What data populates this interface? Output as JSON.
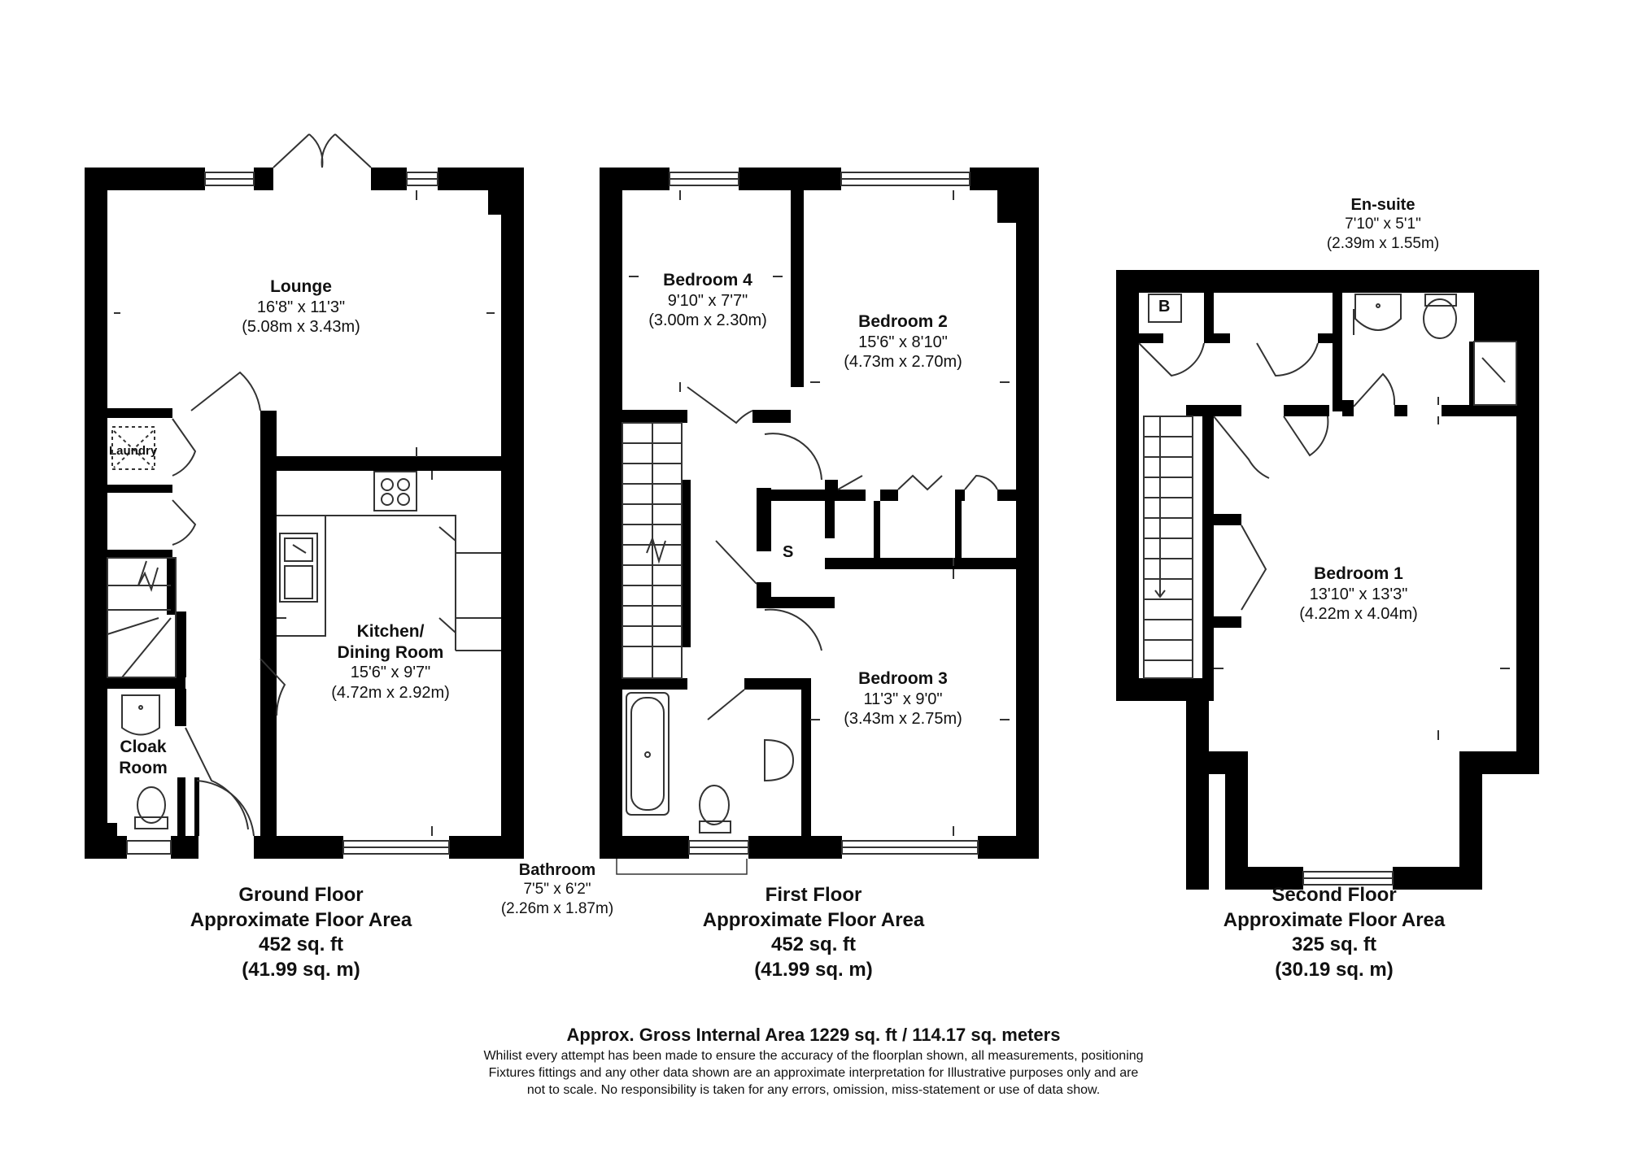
{
  "rooms": {
    "lounge": {
      "name": "Lounge",
      "imperial": "16'8\" x 11'3\"",
      "metric": "(5.08m x 3.43m)"
    },
    "laundry": {
      "name": "Laundry"
    },
    "kitchen": {
      "name_line1": "Kitchen/",
      "name_line2": "Dining Room",
      "imperial": "15'6\" x 9'7\"",
      "metric": "(4.72m x 2.92m)"
    },
    "cloak": {
      "name_line1": "Cloak",
      "name_line2": "Room"
    },
    "bedroom4": {
      "name": "Bedroom 4",
      "imperial": "9'10\" x 7'7\"",
      "metric": "(3.00m x 2.30m)"
    },
    "bedroom2": {
      "name": "Bedroom 2",
      "imperial": "15'6\" x 8'10\"",
      "metric": "(4.73m x 2.70m)"
    },
    "bedroom3": {
      "name": "Bedroom 3",
      "imperial": "11'3\" x 9'0\"",
      "metric": "(3.43m x 2.75m)"
    },
    "store": {
      "name": "S"
    },
    "bathroom": {
      "name": "Bathroom",
      "imperial": "7'5\" x 6'2\"",
      "metric": "(2.26m x 1.87m)"
    },
    "ensuite": {
      "name": "En-suite",
      "imperial": "7'10\" x 5'1\"",
      "metric": "(2.39m x 1.55m)"
    },
    "boiler": {
      "name": "B"
    },
    "bedroom1": {
      "name": "Bedroom 1",
      "imperial": "13'10\" x 13'3\"",
      "metric": "(4.22m x 4.04m)"
    }
  },
  "floors": {
    "ground": {
      "name": "Ground Floor",
      "caption": "Approximate Floor Area",
      "sqft": "452 sq. ft",
      "sqm": "(41.99 sq. m)"
    },
    "first": {
      "name": "First Floor",
      "caption": "Approximate Floor Area",
      "sqft": "452 sq. ft",
      "sqm": "(41.99 sq. m)"
    },
    "second": {
      "name": "Second Floor",
      "caption": "Approximate Floor Area",
      "sqft": "325 sq. ft",
      "sqm": "(30.19 sq. m)"
    }
  },
  "total_area": "Approx. Gross Internal Area 1229 sq. ft / 114.17 sq. meters",
  "disclaimer": {
    "line1": "Whilist every attempt has been made to ensure the accuracy of the floorplan shown, all measurements, positioning",
    "line2": "Fixtures fittings and any other data shown are an approximate interpretation for Illustrative purposes only  and are",
    "line3": "not to scale. No responsibility is taken for any errors, omission, miss-statement or use of data show."
  },
  "colors": {
    "wall": "#000000",
    "thin_line": "#333333",
    "background": "#ffffff"
  }
}
